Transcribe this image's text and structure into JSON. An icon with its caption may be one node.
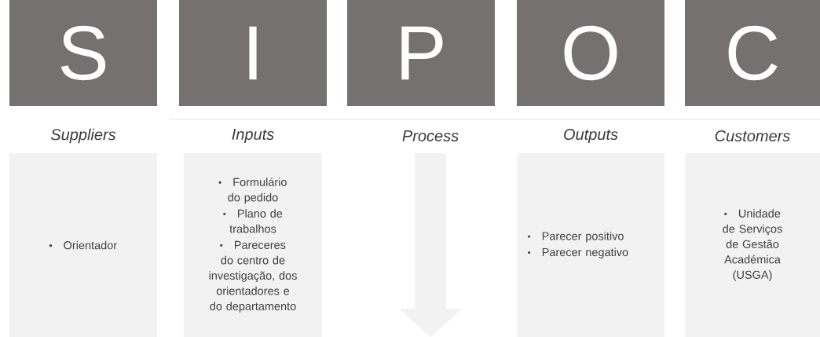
{
  "diagram": {
    "nodes": [
      {
        "text": [
          "S"
        ]
      },
      {
        "text": [
          "I"
        ]
      },
      {
        "text": [
          "P"
        ]
      },
      {
        "text": [
          "O"
        ]
      },
      {
        "text": [
          "C"
        ]
      },
      {
        "text": [
          "Suppliers",
          "Orientador"
        ]
      },
      {
        "text": [
          "Inputs",
          "Formulário do pedido",
          "Plano de trabalhos",
          "Pareceres do centro de investigação, dos orientadores e do departamento"
        ]
      },
      {
        "text": [
          "Process"
        ]
      },
      {
        "text": [
          "Outputs",
          "Parecer positivo",
          "Parecer negativo"
        ]
      },
      {
        "text": [
          "Customers",
          "Unidade de Serviços de Gestão Académica (USGA)"
        ]
      }
    ]
  }
}
